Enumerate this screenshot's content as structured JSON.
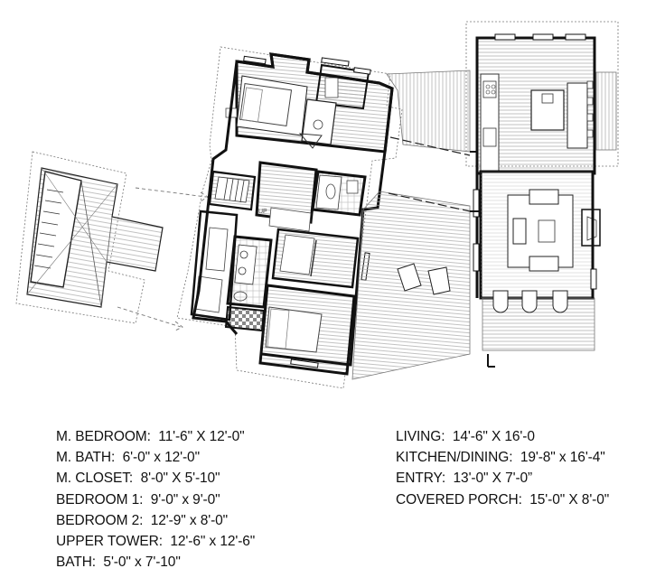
{
  "legend": {
    "left": [
      {
        "name": "M. BEDROOM:",
        "dims": "11'-6\" X 12'-0\""
      },
      {
        "name": "M. BATH:",
        "dims": "6'-0\" x 12'-0\""
      },
      {
        "name": "M. CLOSET:",
        "dims": "8'-0\" X 5'-10\""
      },
      {
        "name": "BEDROOM 1:",
        "dims": "9'-0\" x 9'-0\""
      },
      {
        "name": "BEDROOM 2:",
        "dims": "12'-9\" x 8'-0\""
      },
      {
        "name": "UPPER TOWER:",
        "dims": "12'-6\" x 12'-6\""
      },
      {
        "name": "BATH:",
        "dims": "5'-0\" x 7'-10\""
      }
    ],
    "right": [
      {
        "name": "LIVING:",
        "dims": "14'-6\" X 16'-0"
      },
      {
        "name": "KITCHEN/DINING:",
        "dims": "19'-8\" x 16'-4\""
      },
      {
        "name": "ENTRY:",
        "dims": "13'-0\" X 7'-0”"
      },
      {
        "name": "COVERED PORCH:",
        "dims": "15'-0\" X 8'-0\""
      }
    ]
  },
  "plan": {
    "wall_color": "#111111",
    "hatch_color": "#9a9a9a",
    "dash_color": "#777777",
    "stair_label": "UP"
  }
}
